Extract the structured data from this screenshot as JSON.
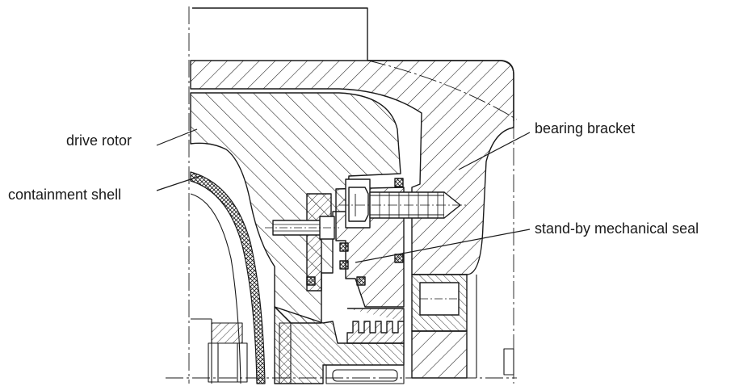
{
  "labels": {
    "drive_rotor": "drive rotor",
    "containment_shell": "containment shell",
    "bearing_bracket": "bearing bracket",
    "standby_seal": "stand-by mechanical seal"
  },
  "colors": {
    "line": "#1a1a1a",
    "background": "#ffffff"
  }
}
